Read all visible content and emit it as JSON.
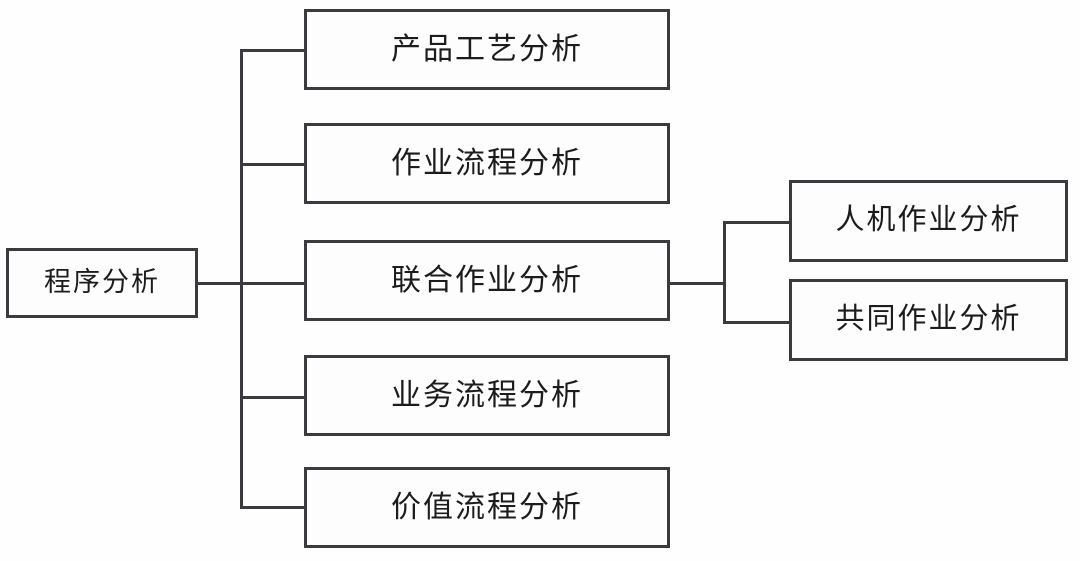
{
  "diagram": {
    "title": "程序分析",
    "root": {
      "label": "程序分析"
    },
    "branches": [
      {
        "label": "产品工艺分析"
      },
      {
        "label": "作业流程分析"
      },
      {
        "label": "联合作业分析"
      },
      {
        "label": "业务流程分析"
      },
      {
        "label": "价值流程分析"
      }
    ],
    "sub_branches": [
      {
        "label": "人机作业分析"
      },
      {
        "label": "共同作业分析"
      }
    ],
    "colors": {
      "background": "#fefefe",
      "box_border": "#3a3a3f",
      "box_fill": "#fdfdfd",
      "connector": "#3a3a3f",
      "text": "#1c1c1c"
    }
  }
}
